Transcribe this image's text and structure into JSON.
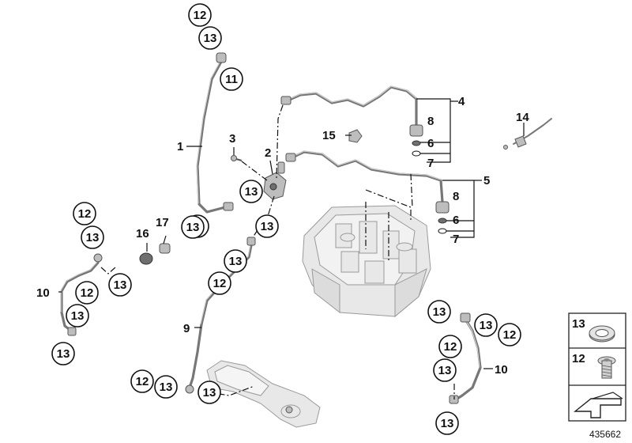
{
  "callouts": {
    "c12a": "12",
    "c13a": "13",
    "c11": "11",
    "c1": "1",
    "c3": "3",
    "c2": "2",
    "c13b": "13",
    "c13c": "13",
    "c13d": "13",
    "c16": "16",
    "c17": "17",
    "c13e": "13",
    "c15": "15",
    "c4": "4",
    "c8a": "8",
    "c6a": "6",
    "c7a": "7",
    "c5": "5",
    "c8b": "8",
    "c6b": "6",
    "c7b": "7",
    "c14": "14",
    "c12b": "12",
    "c13f": "13",
    "c13g": "13",
    "c10a": "10",
    "c12c": "12",
    "c13h": "13",
    "c13i": "13",
    "c13j": "13",
    "c12d": "12",
    "c9": "9",
    "c12e": "12",
    "c13k": "13",
    "c13l": "13",
    "c13m": "13",
    "c13n": "13",
    "c12f": "12",
    "c12g": "12",
    "c13o": "13",
    "c10b": "10",
    "c13p": "13"
  },
  "legend": {
    "item1": "13",
    "item2": "12"
  },
  "drawing_number": "435662"
}
